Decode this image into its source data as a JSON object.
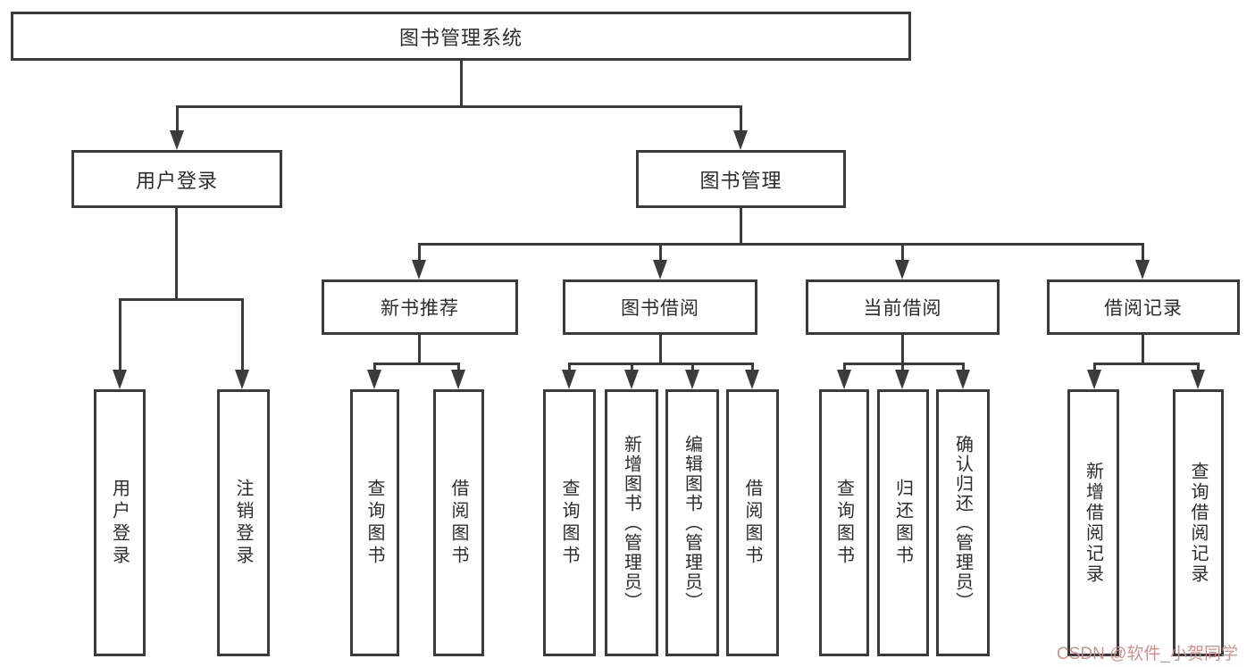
{
  "tree": {
    "root": {
      "label": "图书管理系统"
    },
    "branches": [
      {
        "label": "用户登录",
        "children": [
          {
            "label": "用户登录"
          },
          {
            "label": "注销登录"
          }
        ]
      },
      {
        "label": "图书管理",
        "children": [
          {
            "label": "新书推荐",
            "children": [
              {
                "label": "查询图书"
              },
              {
                "label": "借阅图书"
              }
            ]
          },
          {
            "label": "图书借阅",
            "children": [
              {
                "label": "查询图书"
              },
              {
                "label": "新增图书（管理员）"
              },
              {
                "label": "编辑图书（管理员）"
              },
              {
                "label": "借阅图书"
              }
            ]
          },
          {
            "label": "当前借阅",
            "children": [
              {
                "label": "查询图书"
              },
              {
                "label": "归还图书"
              },
              {
                "label": "确认归还（管理员）"
              }
            ]
          },
          {
            "label": "借阅记录",
            "children": [
              {
                "label": "新增借阅记录"
              },
              {
                "label": "查询借阅记录"
              }
            ]
          }
        ]
      }
    ]
  },
  "watermark": {
    "text": "CSDN @软件_小贺同学",
    "color": "#cd8a8a"
  },
  "colors": {
    "line": "#3b3b3b",
    "box_border": "#3b3b3b",
    "box_fill": "#ffffff",
    "text": "#2d2d2d",
    "background": "#ffffff"
  }
}
